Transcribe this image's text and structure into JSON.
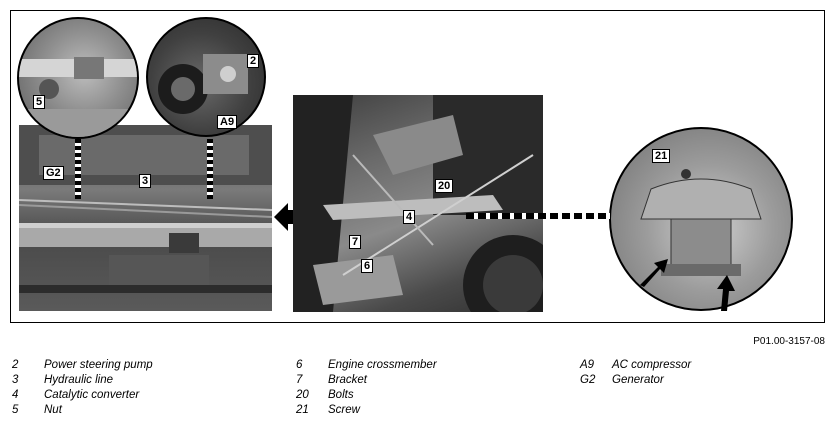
{
  "figure_ref": "P01.00-3157-08",
  "callouts": {
    "c2": "2",
    "c3": "3",
    "c4": "4",
    "c5": "5",
    "c6": "6",
    "c7": "7",
    "c20": "20",
    "c21": "21",
    "cA9": "A9",
    "cG2": "G2"
  },
  "legend": {
    "col1": [
      {
        "num": "2",
        "label": "Power steering pump"
      },
      {
        "num": "3",
        "label": "Hydraulic line"
      },
      {
        "num": "4",
        "label": "Catalytic converter"
      },
      {
        "num": "5",
        "label": "Nut"
      }
    ],
    "col2": [
      {
        "num": "6",
        "label": "Engine crossmember"
      },
      {
        "num": "7",
        "label": "Bracket"
      },
      {
        "num": "20",
        "label": "Bolts"
      },
      {
        "num": "21",
        "label": "Screw"
      }
    ],
    "col3": [
      {
        "num": "A9",
        "label": "AC compressor"
      },
      {
        "num": "G2",
        "label": "Generator"
      }
    ]
  }
}
